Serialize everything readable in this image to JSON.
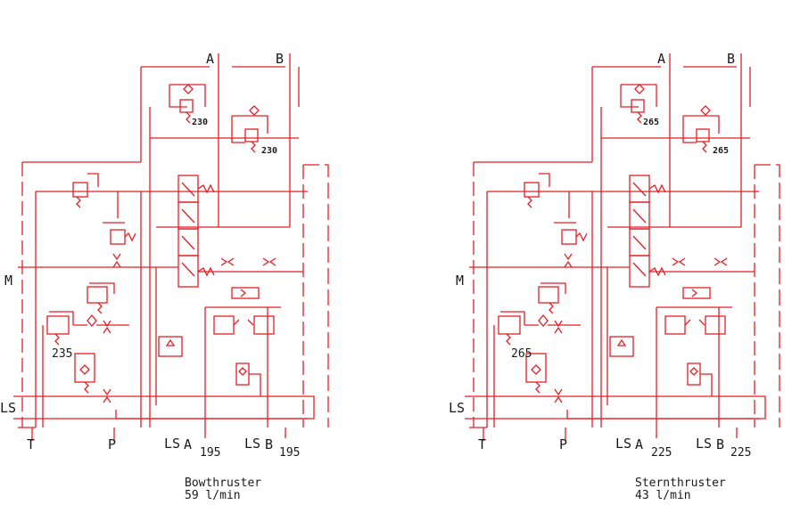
{
  "colors": {
    "line": "#e31e24",
    "text": "#1a1a1a",
    "background": "#ffffff"
  },
  "circuits": [
    {
      "port_a": "A",
      "port_b": "B",
      "relief_a": "230",
      "relief_b": "230",
      "port_m": "M",
      "setting_m": "235",
      "port_ls": "LS",
      "port_t": "T",
      "port_p": "P",
      "ls_a": "LS",
      "a_label": "A",
      "a_value": "195",
      "ls_b": "LS",
      "b_label": "B",
      "b_value": "195",
      "caption_title": "Bowthruster",
      "caption_flow": "59 l/min"
    },
    {
      "port_a": "A",
      "port_b": "B",
      "relief_a": "265",
      "relief_b": "265",
      "port_m": "M",
      "setting_m": "265",
      "port_ls": "LS",
      "port_t": "T",
      "port_p": "P",
      "ls_a": "LS",
      "a_label": "A",
      "a_value": "225",
      "ls_b": "LS",
      "b_label": "B",
      "b_value": "225",
      "caption_title": "Sternthruster",
      "caption_flow": "43 l/min"
    }
  ]
}
